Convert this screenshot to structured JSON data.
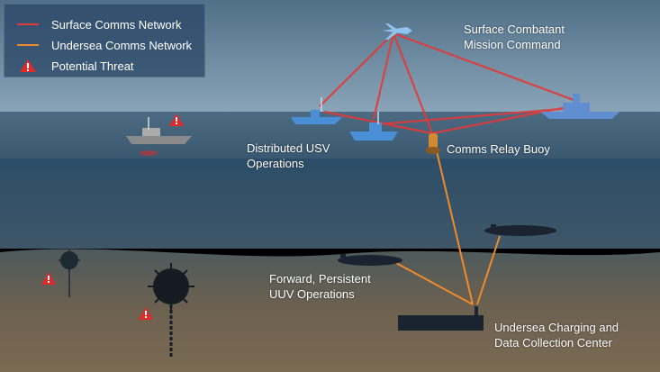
{
  "legend": {
    "items": [
      {
        "label": "Surface Comms Network",
        "color": "#e23a3a",
        "icon": "red-line"
      },
      {
        "label": "Undersea Comms Network",
        "color": "#f08a2a",
        "icon": "orange-line"
      },
      {
        "label": "Potential Threat",
        "color": "#e02a2a",
        "icon": "warning-triangle-icon"
      }
    ]
  },
  "labels": {
    "surface_combatant": [
      "Surface Combatant",
      "Mission Command"
    ],
    "distributed_usv": [
      "Distributed USV",
      "Operations"
    ],
    "comms_relay_buoy": [
      "Comms Relay Buoy"
    ],
    "forward_uuv": [
      "Forward, Persistent",
      "UUV Operations"
    ],
    "undersea_charging": [
      "Undersea Charging and",
      "Data Collection Center"
    ]
  },
  "colors": {
    "sky": "#6e8ea7",
    "sea_surface": "#3e5d78",
    "water": "#27465f",
    "seafloor": "#6f604c",
    "surface_link": "#e23a3a",
    "undersea_link": "#f08a2a",
    "threat": "#e02a2a"
  }
}
